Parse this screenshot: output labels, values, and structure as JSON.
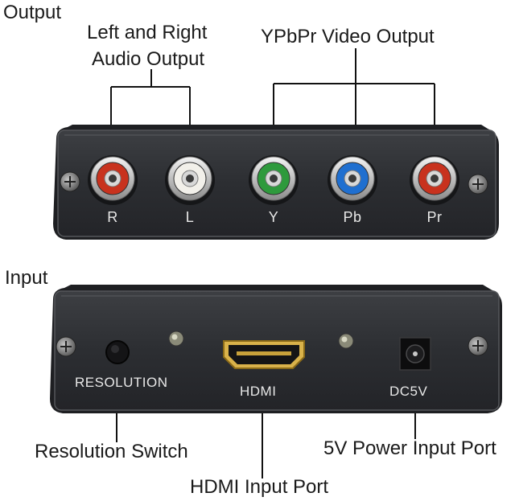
{
  "sections": {
    "output": "Output",
    "input": "Input"
  },
  "callouts": {
    "audio_line1": "Left and Right",
    "audio_line2": "Audio Output",
    "video": "YPbPr Video Output",
    "resolution_switch": "Resolution Switch",
    "hdmi_port": "HDMI Input Port",
    "power_port": "5V Power Input Port"
  },
  "output_panel": {
    "connectors": [
      {
        "label": "R",
        "color": "#c8321e"
      },
      {
        "label": "L",
        "color": "#f2f0ea"
      },
      {
        "label": "Y",
        "color": "#2e9a3c"
      },
      {
        "label": "Pb",
        "color": "#1f6fd0"
      },
      {
        "label": "Pr",
        "color": "#c8321e"
      }
    ]
  },
  "input_panel": {
    "resolution_label": "RESOLUTION",
    "hdmi_label": "HDMI",
    "dc_label": "DC5V"
  },
  "colors": {
    "panel": "#2e3034",
    "panel_edge": "#4a4c50",
    "hdmi_gold": "#d9b24a"
  }
}
